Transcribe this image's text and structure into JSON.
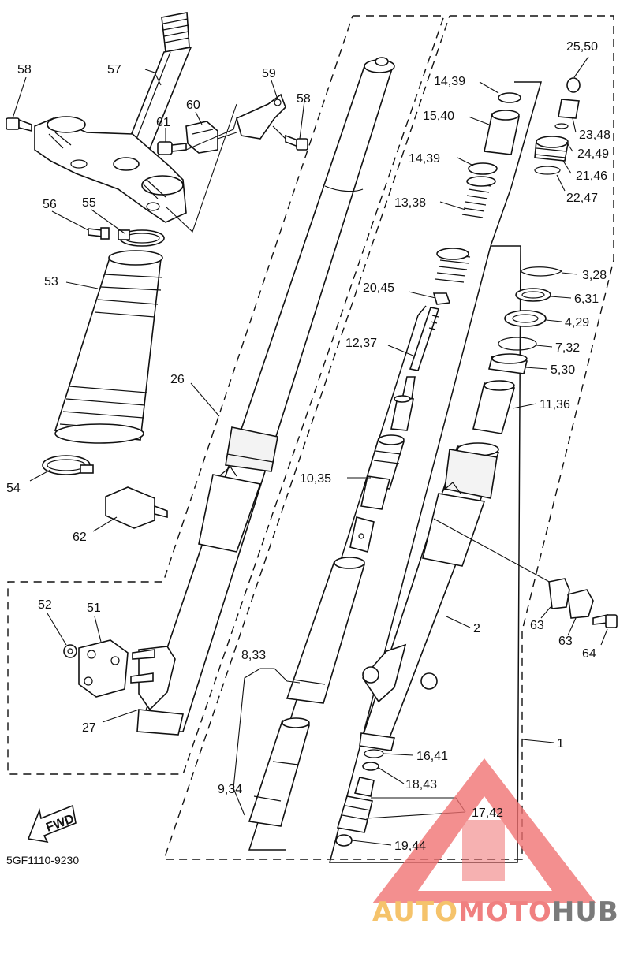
{
  "diagram": {
    "code": "5GF1110-9230",
    "fwd_label": "FWD",
    "callouts": [
      {
        "id": "58a",
        "text": "58"
      },
      {
        "id": "57",
        "text": "57"
      },
      {
        "id": "59",
        "text": "59"
      },
      {
        "id": "58b",
        "text": "58"
      },
      {
        "id": "60",
        "text": "60"
      },
      {
        "id": "61",
        "text": "61"
      },
      {
        "id": "56",
        "text": "56"
      },
      {
        "id": "55",
        "text": "55"
      },
      {
        "id": "53",
        "text": "53"
      },
      {
        "id": "26",
        "text": "26"
      },
      {
        "id": "54",
        "text": "54"
      },
      {
        "id": "62",
        "text": "62"
      },
      {
        "id": "52",
        "text": "52"
      },
      {
        "id": "51",
        "text": "51"
      },
      {
        "id": "27",
        "text": "27"
      },
      {
        "id": "8_33",
        "text": "8,33"
      },
      {
        "id": "9_34",
        "text": "9,34"
      },
      {
        "id": "10_35",
        "text": "10,35"
      },
      {
        "id": "12_37",
        "text": "12,37"
      },
      {
        "id": "20_45",
        "text": "20,45"
      },
      {
        "id": "13_38",
        "text": "13,38"
      },
      {
        "id": "14_39a",
        "text": "14,39"
      },
      {
        "id": "15_40",
        "text": "15,40"
      },
      {
        "id": "14_39b",
        "text": "14,39"
      },
      {
        "id": "25_50",
        "text": "25,50"
      },
      {
        "id": "23_48",
        "text": "23,48"
      },
      {
        "id": "24_49",
        "text": "24,49"
      },
      {
        "id": "21_46",
        "text": "21,46"
      },
      {
        "id": "22_47",
        "text": "22,47"
      },
      {
        "id": "3_28",
        "text": "3,28"
      },
      {
        "id": "6_31",
        "text": "6,31"
      },
      {
        "id": "4_29",
        "text": "4,29"
      },
      {
        "id": "7_32",
        "text": "7,32"
      },
      {
        "id": "5_30",
        "text": "5,30"
      },
      {
        "id": "11_36",
        "text": "11,36"
      },
      {
        "id": "2",
        "text": "2"
      },
      {
        "id": "63a",
        "text": "63"
      },
      {
        "id": "63b",
        "text": "63"
      },
      {
        "id": "64",
        "text": "64"
      },
      {
        "id": "1",
        "text": "1"
      },
      {
        "id": "16_41",
        "text": "16,41"
      },
      {
        "id": "18_43",
        "text": "18,43"
      },
      {
        "id": "17_42",
        "text": "17,42"
      },
      {
        "id": "19_44",
        "text": "19,44"
      }
    ]
  },
  "watermark": {
    "part1": "AUTO",
    "part2": "MOTO",
    "part3": "HUB",
    "colors": {
      "auto": "#f5c36b",
      "moto": "#f08080",
      "hub": "#7a7a7a",
      "triangle": "#f07070"
    }
  }
}
